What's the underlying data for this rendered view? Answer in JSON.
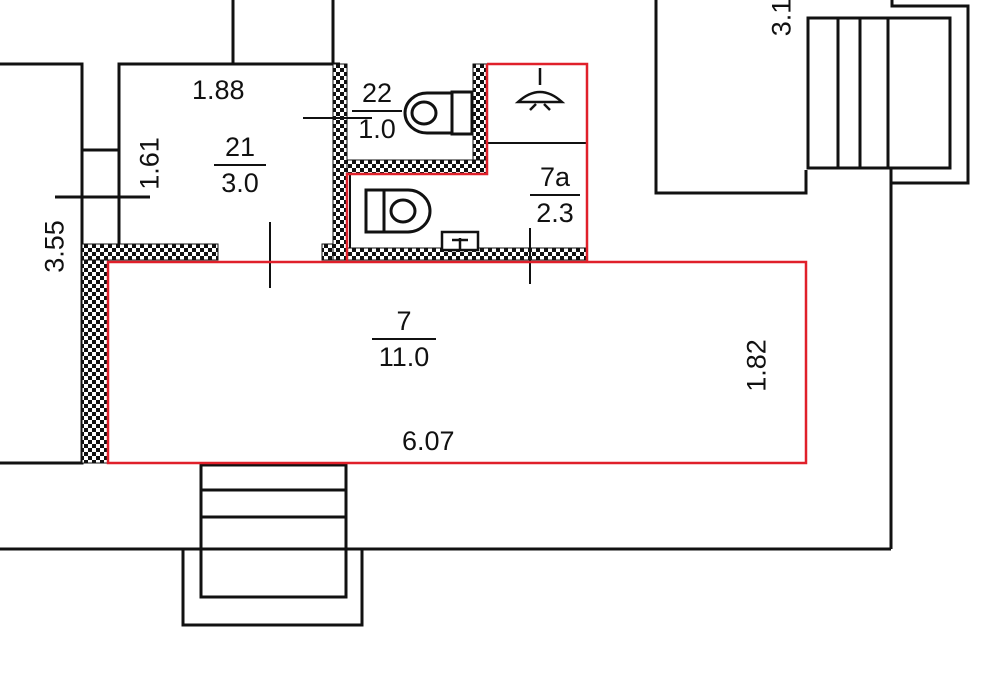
{
  "rooms": {
    "main": {
      "number": "7",
      "area": "11.0"
    },
    "room_7a": {
      "number": "7a",
      "area": "2.3"
    },
    "room_21": {
      "number": "21",
      "area": "3.0"
    },
    "room_22": {
      "number": "22",
      "area": "1.0"
    }
  },
  "dimensions": {
    "d_188": "1.88",
    "d_161": "1.61",
    "d_355": "3.55",
    "d_182": "1.82",
    "d_607": "6.07",
    "d_31": "3.1"
  },
  "colors": {
    "wall": "#111111",
    "highlight": "#e0202a"
  }
}
